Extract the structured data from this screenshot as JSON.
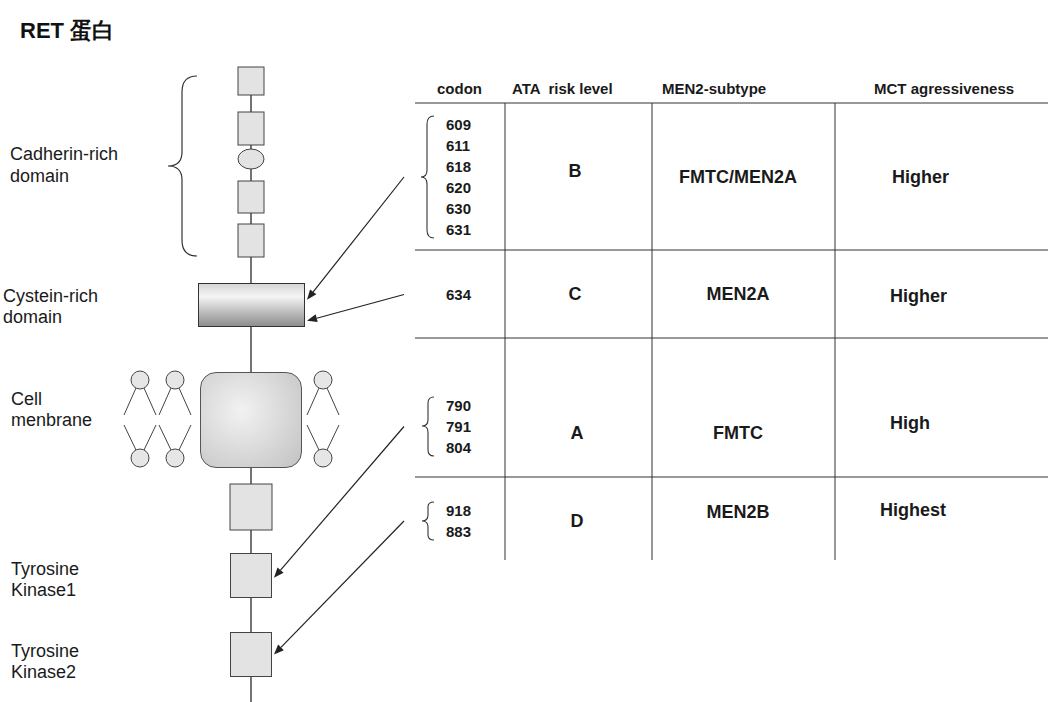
{
  "diagram": {
    "title": "RET 蛋白",
    "nodes": [
      {
        "text": [
          "Cystein-rich domain"
        ]
      },
      {
        "text": [
          "Cell menbrane"
        ]
      },
      {
        "text": [
          "Tyrosine Kinase1"
        ]
      },
      {
        "text": [
          "Tyrosine Kinase2"
        ]
      },
      {
        "text": [
          "609 611 618 620 630 631"
        ]
      },
      {
        "text": [
          "634"
        ]
      },
      {
        "text": [
          "790 791 804"
        ]
      },
      {
        "text": [
          "918 883"
        ]
      }
    ],
    "edges": [
      {
        "from": 4,
        "to": 0,
        "arrow": "to"
      },
      {
        "from": 5,
        "to": 0,
        "arrow": "to"
      },
      {
        "from": 6,
        "to": 2,
        "arrow": "to"
      },
      {
        "from": 7,
        "to": 3,
        "arrow": "to"
      }
    ],
    "labels": [
      "Cadherin-rich domain",
      "codon",
      "ATA  risk level",
      "MEN2-subtype",
      "MCT agressiveness",
      "B",
      "FMTC/MEN2A",
      "Higher",
      "C",
      "MEN2A",
      "Higher",
      "A",
      "FMTC",
      "High",
      "D",
      "MEN2B",
      "Highest"
    ]
  }
}
